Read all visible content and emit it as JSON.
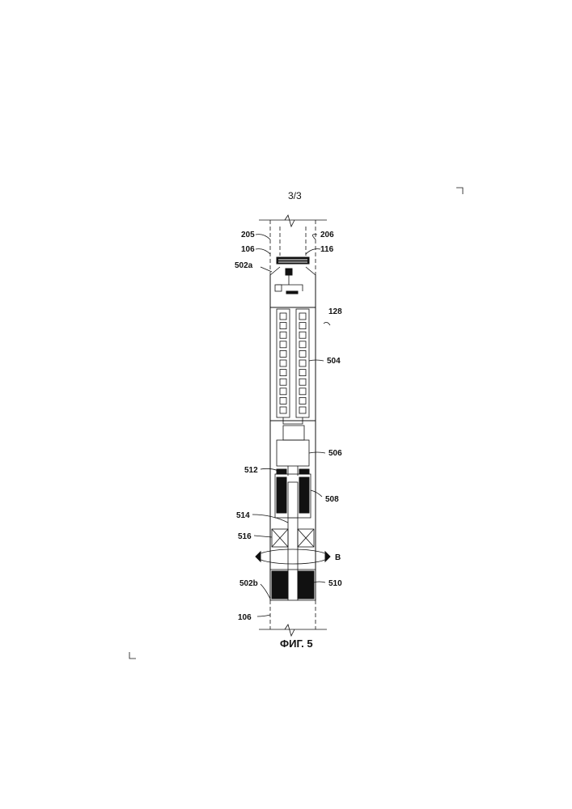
{
  "page_number": "3/3",
  "figure_caption": "ФИГ. 5",
  "labels": {
    "l205": "205",
    "l206": "206",
    "l106_top": "106",
    "l116": "116",
    "l502a": "502a",
    "l128": "128",
    "l504": "504",
    "l506": "506",
    "l512": "512",
    "l508": "508",
    "l514": "514",
    "l516": "516",
    "lB": "B",
    "l502b": "502b",
    "l510": "510",
    "l106_bottom": "106"
  },
  "module_cells_per_column": 11
}
